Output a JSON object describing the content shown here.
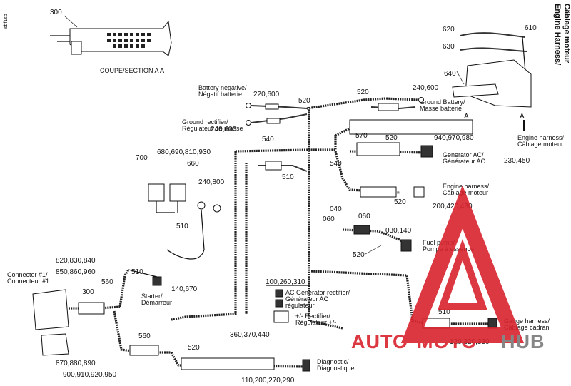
{
  "diagram": {
    "corner_code": "sbf1sb",
    "title_line1": "Engine Harness/",
    "title_line2": "Câblage moteur",
    "section_caption": "COUPE/SECTION A A",
    "section_letter": "A",
    "labels": {
      "n300_top": "300",
      "n620": "620",
      "n610": "610",
      "n630": "630",
      "n640": "640",
      "battery_neg_1": "Battery negative/",
      "battery_neg_2": "Négatif batterie",
      "n220_600": "220,600",
      "n520_a": "520",
      "n520_b": "520",
      "n240_600_a": "240,600",
      "ground_battery_1": "Ground Battery/",
      "ground_battery_2": "Masse batterie",
      "ground_rectifier_1": "Ground rectifier/",
      "ground_rectifier_2": "Régulateur de masse",
      "n240_600_b": "240,600",
      "n540_a": "540",
      "n570": "570",
      "n520_c": "520",
      "n940_970_980": "940,970,980",
      "engine_harness_1": "Engine harness/",
      "engine_harness_2": "Câblage moteur",
      "n700": "700",
      "n680_930": "680,690,810,930",
      "n660": "660",
      "generator_ac_1": "Generator AC/",
      "generator_ac_2": "Générateur AC",
      "n230_450": "230,450",
      "n540_b": "540",
      "n510_a": "510",
      "n240_800": "240,800",
      "engine_harness2_1": "Engine harness/",
      "engine_harness2_2": "Câblage moteur",
      "n520_d": "520",
      "n200_420_430": "200,420,430",
      "n040": "040",
      "n060_a": "060",
      "n060_b": "060",
      "n030_140": "030,140",
      "n510_b": "510",
      "fuel_pump_1": "Fuel pump/",
      "fuel_pump_2": "Pompe à essence",
      "n520_e": "520",
      "n820_840": "820,830,840",
      "connector_1": "Connector #1/",
      "connector_2": "Connecteur #1",
      "n850_960": "850,860,960",
      "n510_c": "510",
      "n300": "300",
      "n560_a": "560",
      "starter_1": "Starter/",
      "starter_2": "Démarreur",
      "n140_670": "140,670",
      "n100_310": "100,260,310",
      "ac_rectifier_1": "AC Generator rectifier/",
      "ac_rectifier_2": "Générateur AC",
      "ac_rectifier_3": "régulateur",
      "rectifier_1": "+/- Rectifier/",
      "rectifier_2": "Régulateur +/-",
      "n360_440": "360,370,440",
      "n510_d": "510",
      "gauge_harness_1": "Gauge harness/",
      "gauge_harness_2": "Câblage cadran",
      "n120_330": "120,320,330",
      "n560_b": "560",
      "n520_f": "520",
      "n870_890": "870,880,890",
      "n900_950": "900,910,920,950",
      "diagnostic_1": "Diagnostic/",
      "diagnostic_2": "Diagnostique",
      "n110_290": "110,200,270,290"
    },
    "watermark": {
      "text_auto": "AUTO",
      "text_moto": "MOTO",
      "text_hub": "HUB",
      "color_red": "#d9232e",
      "color_gray": "#7a7a7a"
    }
  }
}
